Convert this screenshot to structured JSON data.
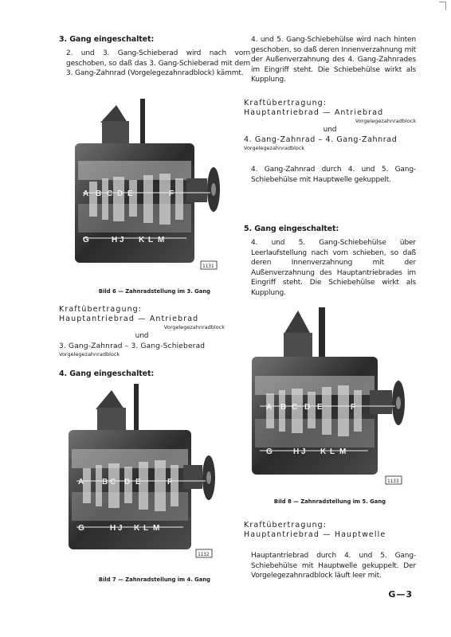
{
  "page_number": "G—3",
  "left": {
    "gear3": {
      "heading": "3. Gang eingeschaltet:",
      "text": "2. und 3. Gang-Schieberad wird nach vorn geschoben, so daß das 3. Gang-Schieberad mit dem 3. Gang-Zahnrad (Vorgelegezahnradblock) kämmt."
    },
    "fig6": {
      "caption": "Bild 6 — Zahnradstellung im 3. Gang",
      "ref": "1131",
      "labels_top": [
        "A",
        "B",
        "C",
        "D",
        "E",
        "F"
      ],
      "labels_bottom": [
        "G",
        "H",
        "J",
        "K",
        "L",
        "M"
      ]
    },
    "kraft3": {
      "title": "Kraftübertragung:",
      "line1": "Hauptantriebrad — Antriebrad",
      "sub1": "Vorgelegezahnradblock",
      "und": "und",
      "line2": "3. Gang-Zahnrad – 3. Gang-Schieberad",
      "sub2": "Vorgelegezahnradblock"
    },
    "gear4": {
      "heading": "4. Gang eingeschaltet:"
    },
    "fig7": {
      "caption": "Bild 7 — Zahnradstellung im 4. Gang",
      "ref": "1132",
      "labels_top": [
        "A",
        "B",
        "C",
        "D",
        "E",
        "F"
      ],
      "labels_bottom": [
        "G",
        "H",
        "J",
        "K",
        "L",
        "M"
      ]
    }
  },
  "right": {
    "gear4_text": "4. und 5. Gang-Schiebehülse wird nach hinten geschoben, so daß deren Innenverzahnung mit der Außenverzahnung des 4. Gang-Zahnrades im Eingriff steht. Die Schiebehülse wirkt als Kupplung.",
    "kraft4": {
      "title": "Kraftübertragung:",
      "line1": "Hauptantriebrad — Antriebrad",
      "sub1": "Vorgelegezahnradblock",
      "und": "und",
      "line2": "4. Gang-Zahnrad – 4. Gang-Zahnrad",
      "sub2": "Vorgelegezahnradblock"
    },
    "gear4_coupled": "4. Gang-Zahnrad durch 4. und 5. Gang-Schiebehülse mit Hauptwelle gekuppelt.",
    "gear5": {
      "heading": "5. Gang eingeschaltet:",
      "text": "4. und 5. Gang-Schiebehülse über Leerlaufstellung nach vorn schieben, so daß deren Innenverzahnung mit der Außenverzahnung des Hauptantriebrades im Eingriff steht. Die Schiebehülse wirkt als Kupplung."
    },
    "fig8": {
      "caption": "Bild 8 — Zahnradstellung im 5. Gang",
      "ref": "1133",
      "labels_top": [
        "A",
        "B",
        "C",
        "D",
        "E",
        "F"
      ],
      "labels_bottom": [
        "G",
        "H",
        "J",
        "K",
        "L",
        "M"
      ]
    },
    "kraft5": {
      "title": "Kraftübertragung:",
      "line1": "Hauptantriebrad — Hauptwelle"
    },
    "final_text": "Hauptantriebrad durch 4. und 5. Gang-Schiebehülse mit Hauptwelle gekuppelt. Der Vorgelegezahnradblock läuft leer mit."
  }
}
